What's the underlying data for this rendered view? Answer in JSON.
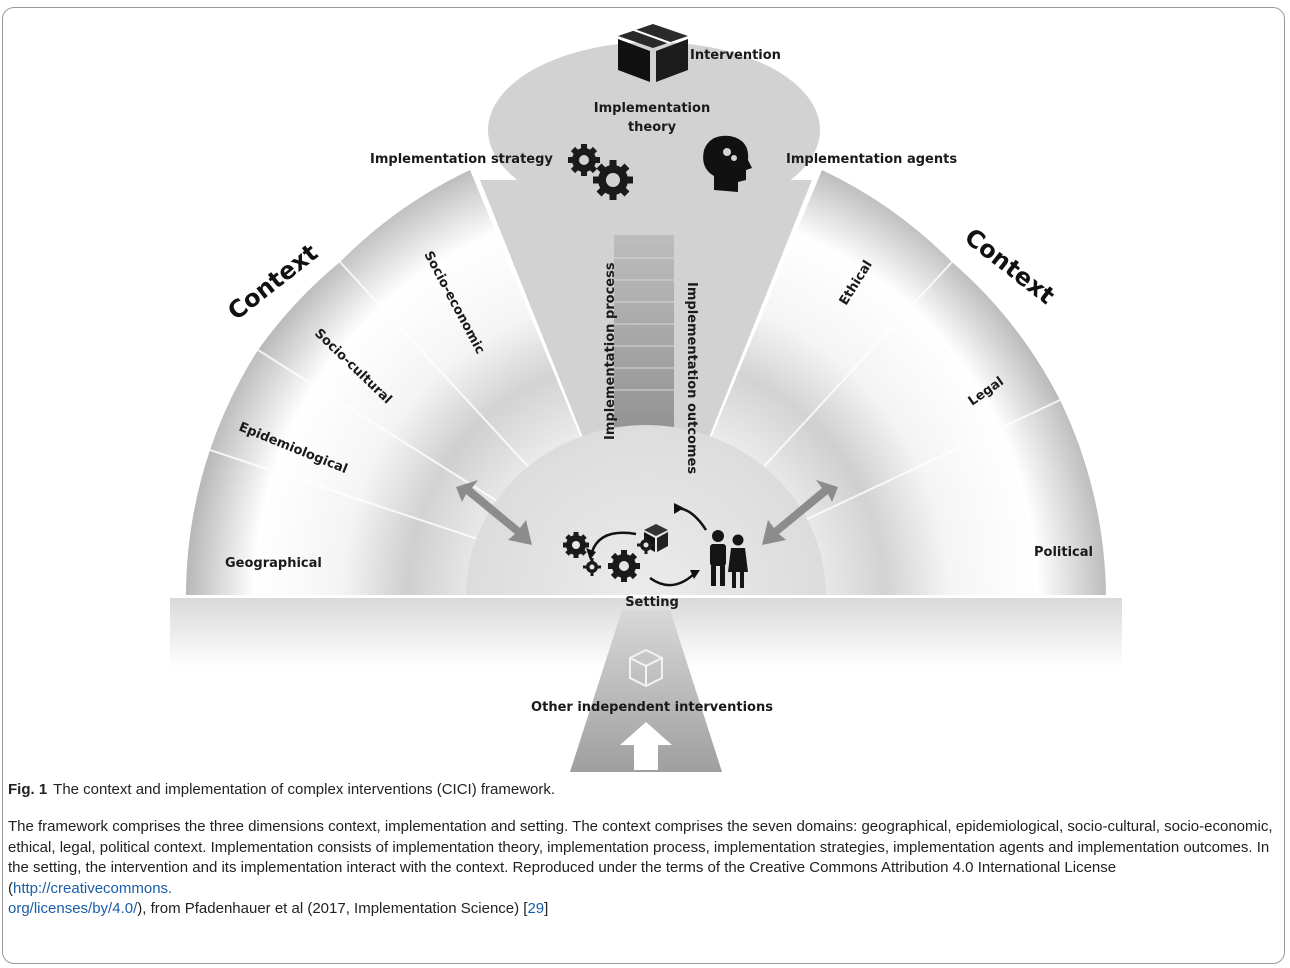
{
  "colors": {
    "link": "#1a5ea8",
    "text": "#222222"
  },
  "diagram": {
    "intervention_label": "Intervention",
    "theory_line1": "Implementation",
    "theory_line2": "theory",
    "strategy_label": "Implementation strategy",
    "agents_label": "Implementation agents",
    "process_label": "Implementation process",
    "outcomes_label": "Implementation outcomes",
    "context_left": "Context",
    "context_right": "Context",
    "domains": {
      "geographical": "Geographical",
      "epidemiological": "Epidemiological",
      "socio_cultural": "Socio-cultural",
      "socio_economic": "Socio-economic",
      "ethical": "Ethical",
      "legal": "Legal",
      "political": "Political"
    },
    "setting_label": "Setting",
    "other_label": "Other independent interventions"
  },
  "caption": {
    "fig_label": "Fig. 1",
    "title": "The context and implementation of complex interventions (CICI) framework.",
    "body_text": "The framework comprises the three dimensions context, implementation and setting. The context comprises the seven domains: geographical, epidemiological, socio-cultural, socio-economic, ethical, legal, political context. Implementation consists of implementation theory, implementation process, implementation strategies, implementation agents and implementation outcomes. In the setting, the intervention and its implementation interact with the context. Reproduced under the terms of the Creative Commons Attribution 4.0 International License (",
    "license_url_part1": "http://creativecommons.",
    "license_url_part2": "org/licenses/by/4.0/",
    "after_url": "), from Pfadenhauer et al (2017, Implementation Science) [",
    "ref_number": "29",
    "end": "]"
  }
}
